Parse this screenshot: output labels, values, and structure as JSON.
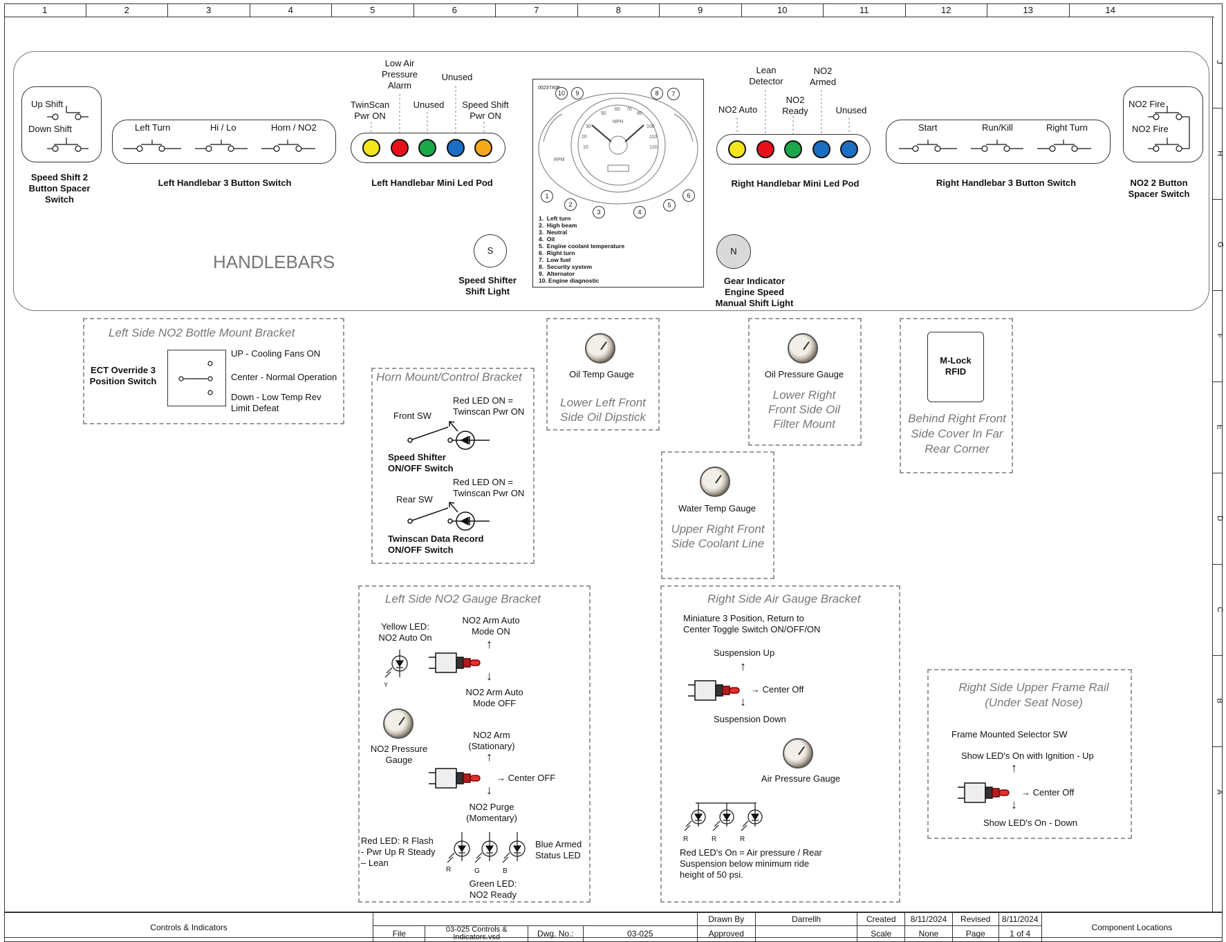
{
  "grid": {
    "columns": [
      "1",
      "2",
      "3",
      "4",
      "5",
      "6",
      "7",
      "8",
      "9",
      "10",
      "11",
      "12",
      "13",
      "14"
    ],
    "rows": [
      "J",
      "H",
      "G",
      "F",
      "E",
      "D",
      "C",
      "B",
      "A"
    ]
  },
  "handlebars": {
    "title": "HANDLEBARS",
    "speed_shift_switch": {
      "up": "Up Shift",
      "down": "Down Shift",
      "label": "Speed Shift 2 Button Spacer Switch"
    },
    "left_3_button": {
      "b1": "Left Turn",
      "b2": "Hi / Lo",
      "b3": "Horn / NO2",
      "label": "Left Handlebar 3 Button Switch"
    },
    "left_led_pod": {
      "label": "Left Handlebar Mini Led Pod",
      "leds": [
        {
          "label": "TwinScan Pwr ON",
          "color": "#f5e61c"
        },
        {
          "label": "Low Air Pressure Alarm",
          "color": "#e8111b"
        },
        {
          "label": "Unused",
          "color": "#1aa84a"
        },
        {
          "label": "Unused",
          "color": "#1a6fc4"
        },
        {
          "label": "Speed Shift Pwr ON",
          "color": "#f5a81c"
        }
      ]
    },
    "speedometer": {
      "code": "00237X06",
      "legend": [
        "1.  Left turn",
        "2.  High beam",
        "3.  Neutral",
        "4.  Oil",
        "5.  Engine coolant temperature",
        "6.  Right turn",
        "7.  Low fuel",
        "8.  Security system",
        "9.  Alternator",
        "10. Engine diagnostic"
      ],
      "numbers": [
        "1",
        "2",
        "3",
        "4",
        "5",
        "6",
        "7",
        "8",
        "9",
        "10"
      ]
    },
    "speed_shifter_light": {
      "letter": "S",
      "label": "Speed Shifter Shift Light"
    },
    "gear_indicator": {
      "letter": "N",
      "label": "Gear Indicator Engine Speed Manual Shift Light"
    },
    "right_led_pod": {
      "label": "Right Handlebar Mini Led Pod",
      "leds": [
        {
          "label": "NO2 Auto",
          "color": "#f5e61c"
        },
        {
          "label": "Lean Detector",
          "color": "#e8111b"
        },
        {
          "label": "NO2 Ready",
          "color": "#1aa84a"
        },
        {
          "label": "NO2 Armed",
          "color": "#1a6fc4"
        },
        {
          "label": "Unused",
          "color": "#1a6fc4"
        }
      ]
    },
    "right_3_button": {
      "b1": "Start",
      "b2": "Run/Kill",
      "b3": "Right Turn",
      "label": "Right Handlebar 3 Button Switch"
    },
    "no2_button": {
      "b1": "NO2 Fire",
      "b2": "NO2 Fire",
      "label": "NO2 2 Button Spacer Switch"
    }
  },
  "left_bottle_bracket": {
    "title": "Left Side NO2 Bottle Mount Bracket",
    "switch_label": "ECT Override 3 Position Switch",
    "up": "UP - Cooling Fans ON",
    "center": "Center - Normal Operation",
    "down": "Down - Low Temp Rev Limit Defeat"
  },
  "horn_bracket": {
    "title": "Horn Mount/Control Bracket",
    "front_sw": "Front SW",
    "front_led": "Red LED ON = Twinscan Pwr ON",
    "front_label": "Speed Shifter ON/OFF Switch",
    "rear_sw": "Rear SW",
    "rear_led": "Red LED ON = Twinscan Pwr ON",
    "rear_label": "Twinscan Data Record ON/OFF Switch"
  },
  "oil_temp": {
    "gauge": "Oil Temp Gauge",
    "location": "Lower Left Front Side Oil Dipstick"
  },
  "oil_pressure": {
    "gauge": "Oil Pressure Gauge",
    "location": "Lower Right Front Side Oil Filter Mount"
  },
  "water_temp": {
    "gauge": "Water Temp Gauge",
    "location": "Upper Right Front Side Coolant Line"
  },
  "mlock": {
    "label": "M-Lock RFID",
    "location": "Behind Right Front Side Cover In Far Rear Corner"
  },
  "no2_gauge_bracket": {
    "title": "Left Side NO2 Gauge Bracket",
    "yellow_led": "Yellow LED: NO2 Auto On",
    "y": "Y",
    "arm_auto_on": "NO2 Arm Auto Mode ON",
    "arm_auto_off": "NO2 Arm Auto Mode OFF",
    "pressure_gauge": "NO2 Pressure Gauge",
    "arm_stationary": "NO2 Arm (Stationary)",
    "center_off": "→ Center OFF",
    "purge": "NO2 Purge (Momentary)",
    "red_led": "Red LED: R Flash - Pwr Up R Steady – Lean",
    "blue_led": "Blue Armed Status LED",
    "green_led": "Green LED: NO2 Ready",
    "r": "R",
    "g": "G",
    "b": "B"
  },
  "air_bracket": {
    "title": "Right Side Air Gauge Bracket",
    "desc": "Miniature 3 Position, Return to Center Toggle Switch ON/OFF/ON",
    "up": "Suspension Up",
    "center": "→ Center Off",
    "down": "Suspension Down",
    "gauge": "Air Pressure Gauge",
    "r": "R",
    "note": "Red LED's On = Air pressure / Rear Suspension below minimum ride height of 50 psi."
  },
  "frame_rail": {
    "title": "Right Side Upper Frame Rail (Under Seat Nose)",
    "selector": "Frame Mounted Selector SW",
    "up": "Show LED's On with Ignition - Up",
    "center": "→ Center Off",
    "down": "Show LED's On - Down"
  },
  "title_block": {
    "left": "Controls & Indicators",
    "file_label": "File",
    "file_value": "03-025 Controls & Indicators.vsd",
    "dwg_label": "Dwg. No.:",
    "dwg_value": "03-025",
    "drawn_by_label": "Drawn By",
    "drawn_by": "Darrellh",
    "approved_label": "Approved",
    "created_label": "Created",
    "created": "8/11/2024",
    "scale_label": "Scale",
    "scale": "None",
    "revised_label": "Revised",
    "revised": "8/11/2024",
    "page_label": "Page",
    "page": "1 of 4",
    "right": "Component Locations"
  }
}
